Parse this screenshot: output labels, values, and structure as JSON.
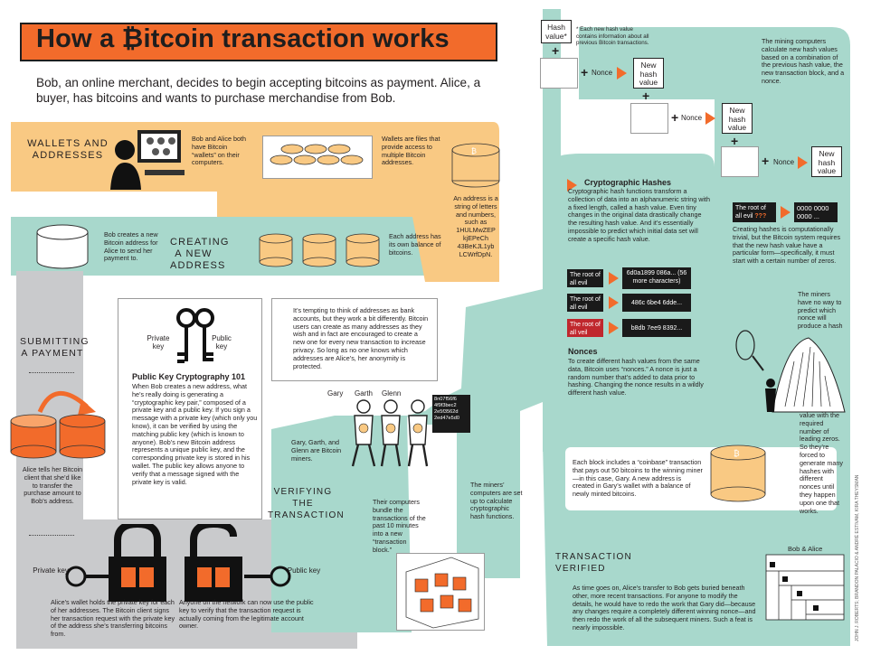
{
  "title": "How a ₿itcoin transaction works",
  "intro": "Bob, an online merchant, decides to begin accepting bitcoins as payment. Alice, a buyer, has bitcoins and wants to purchase merchandise from Bob.",
  "colors": {
    "orange": "#f26b2b",
    "mint": "#a8d8cc",
    "peach": "#f9c983",
    "gray": "#c9cacc",
    "black": "#1a1a1a",
    "red": "#c0272d"
  },
  "sections": {
    "wallets": {
      "label": "WALLETS AND ADDRESSES",
      "text1": "Bob and Alice both have Bitcoin “wallets” on their computers.",
      "text2": "Wallets are files that provide access to multiple Bitcoin addresses.",
      "text3": "An address is a string of letters and numbers, such as 1HULMwZEP kjEPeCh 43BeKJL1yb LCWrfDpN."
    },
    "creating": {
      "label": "CREATING A NEW ADDRESS",
      "text1": "Bob creates a new Bitcoin address for Alice to send her payment to.",
      "text2": "Each address has its own balance of bitcoins."
    },
    "submitting": {
      "label": "SUBMITTING A PAYMENT",
      "text1": "Alice tells her Bitcoin client that she’d like to transfer the purchase amount to Bob’s address.",
      "private_key": "Private key",
      "public_key": "Public key",
      "text2": "Alice’s wallet holds the private key for each of her addresses. The Bitcoin client signs her transaction request with the private key of the address she’s transferring bitcoins from.",
      "text3": "Anyone on the network can now use the public key to verify that the transaction request is actually coming from the legitimate account owner."
    },
    "pkc": {
      "private_key": "Private key",
      "public_key": "Public key",
      "heading": "Public Key Cryptography 101",
      "body": "When Bob creates a new address, what he’s really doing is generating a “cryptographic key pair,” composed of a private key and a public key. If you sign a message with a private key (which only you know), it can be verified by using the matching public key (which is known to anyone). Bob’s new Bitcoin address represents a unique public key, and the corresponding private key is stored in his wallet. The public key allows anyone to verify that a message signed with the private key is valid."
    },
    "tempting": "It’s tempting to think of addresses as bank accounts, but they work a bit differently. Bitcoin users can create as many addresses as they wish and in fact are encouraged to create a new one for every new transaction to increase privacy. So long as no one knows which addresses are Alice’s, her anonymity is protected.",
    "verifying": {
      "label": "VERIFYING THE TRANSACTION",
      "text1": "Gary, Garth, and Glenn are Bitcoin miners.",
      "text2": "Their computers bundle the transactions of the past 10 minutes into a new “transaction block.”",
      "text3": "The miners’ computers are set up to calculate cryptographic hash functions.",
      "gary": "Gary",
      "garth": "Garth",
      "glenn": "Glenn",
      "code": "8n07f56f6 4f9f3bec2 2e5f3562d 2ed47e5d0"
    },
    "hashes": {
      "heading": "Cryptographic Hashes",
      "body": "Cryptographic hash functions transform a collection of data into an alphanumeric string with a fixed length, called a hash value. Even tiny changes in the original data drastically change the resulting hash value. And it’s essentially impossible to predict which initial data set will create a specific hash value.",
      "rows": [
        {
          "input": "The root of all evil",
          "output": "6d0a1899 086a... (56 more characters)"
        },
        {
          "input": "The root of all evil",
          "output": "486c 6be4 6dde..."
        },
        {
          "input": "The root of all veil",
          "output": "b8db 7ee9 8392..."
        }
      ],
      "nonces_heading": "Nonces",
      "nonces_body": "To create different hash values from the same data, Bitcoin uses “nonces.” A nonce is just a random number that’s added to data prior to hashing. Changing the nonce results in a wildly different hash value."
    },
    "mining": {
      "hash_value": "Hash value*",
      "note": "* Each new hash value contains information about all previous Bitcoin transactions.",
      "nonce": "Nonce",
      "new_hash": "New hash value",
      "text1": "The mining computers calculate new hash values based on a combination of the previous hash value, the new transaction block, and a nonce.",
      "root_of": "The root of all evil",
      "qmarks": "???",
      "zeros": "0000 0000 0000 ...",
      "text2": "Creating hashes is computationally trivial, but the Bitcoin system requires that the new hash value have a particular form—specifically, it must start with a certain number of zeros.",
      "text3": "The miners have no way to predict which nonce will produce a hash",
      "text4": "value with the required number of leading zeros. So they’re forced to generate many hashes with different nonces until they happen upon one that works.",
      "text5": "Each block includes a “coinbase” transaction that pays out 50 bitcoins to the winning miner—in this case, Gary. A new address is created in Gary’s wallet with a balance of newly minted bitcoins."
    },
    "verified": {
      "label": "TRANSACTION VERIFIED",
      "bob_alice": "Bob & Alice",
      "text": "As time goes on, Alice’s transfer to Bob gets buried beneath other, more recent transactions. For anyone to modify the details, he would have to redo the work that Gary did—because any changes require a completely different winning nonce—and then redo the work of all the subsequent miners. Such a feat is nearly impossible."
    }
  },
  "credit": "JOHN J. ROBERTS; BRANDON PALACIO & ANDRÉ ESTIVAM, KIRA THEYSMAN"
}
